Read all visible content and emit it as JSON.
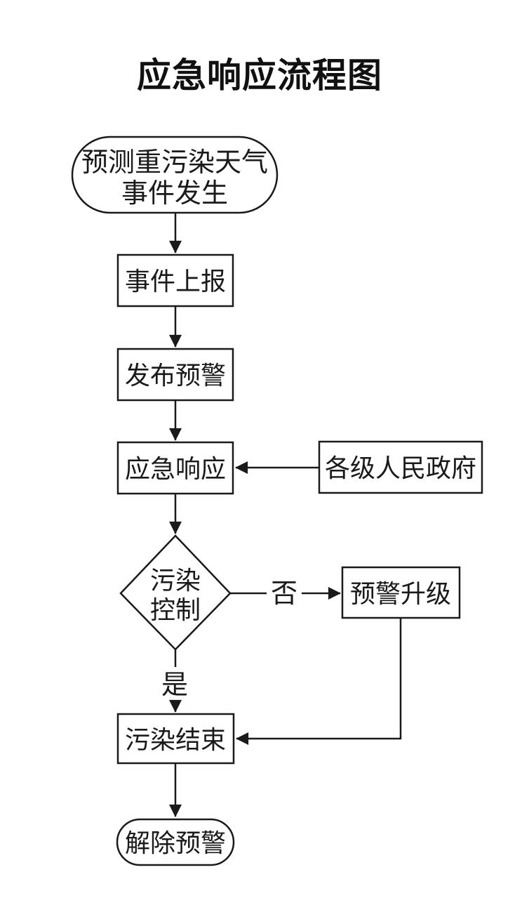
{
  "title": "应急响应流程图",
  "colors": {
    "background": "#ffffff",
    "line": "#1a1a1a",
    "text": "#111111"
  },
  "flowchart": {
    "nodes": {
      "start": {
        "type": "terminator",
        "line1": "预测重污染天气",
        "line2": "事件发生"
      },
      "report": {
        "type": "process",
        "label": "事件上报"
      },
      "issue_warning": {
        "type": "process",
        "label": "发布预警"
      },
      "emergency_response": {
        "type": "process",
        "label": "应急响应"
      },
      "governments": {
        "type": "process",
        "label": "各级人民政府"
      },
      "pollution_control": {
        "type": "decision",
        "line1": "污染",
        "line2": "控制"
      },
      "warning_upgrade": {
        "type": "process",
        "label": "预警升级"
      },
      "pollution_end": {
        "type": "process",
        "label": "污染结束"
      },
      "end": {
        "type": "terminator",
        "label": "解除预警"
      }
    },
    "edge_labels": {
      "no": "否",
      "yes": "是"
    }
  }
}
